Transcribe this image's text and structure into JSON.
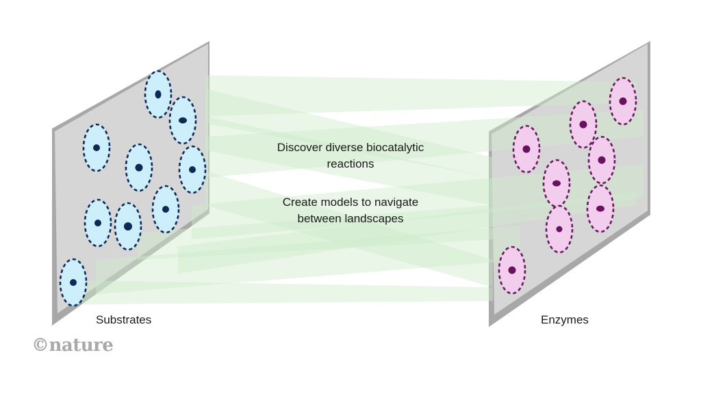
{
  "diagram": {
    "captions": [
      "Discover diverse biocatalytic reactions",
      "Create models to navigate between landscapes"
    ],
    "caption_lines": {
      "line1": "Discover diverse biocatalytic",
      "line2": "reactions",
      "line3": "Create models to navigate",
      "line4": "between landscapes"
    },
    "left_panel": {
      "label": "Substrates",
      "cell_count": 9,
      "cell_fill": "#cdeefb",
      "cell_stroke": "#0f2a5c",
      "nucleus_color": "#0b2a55"
    },
    "right_panel": {
      "label": "Enzymes",
      "cell_count": 8,
      "cell_fill": "#f2cdee",
      "cell_stroke": "#6a1a5e",
      "nucleus_color": "#6a1060"
    },
    "panel_color": "#d6d6d6",
    "panel_edge_color": "#a8a8a8",
    "beam_color": "#cfeccb",
    "logo": "©nature"
  }
}
